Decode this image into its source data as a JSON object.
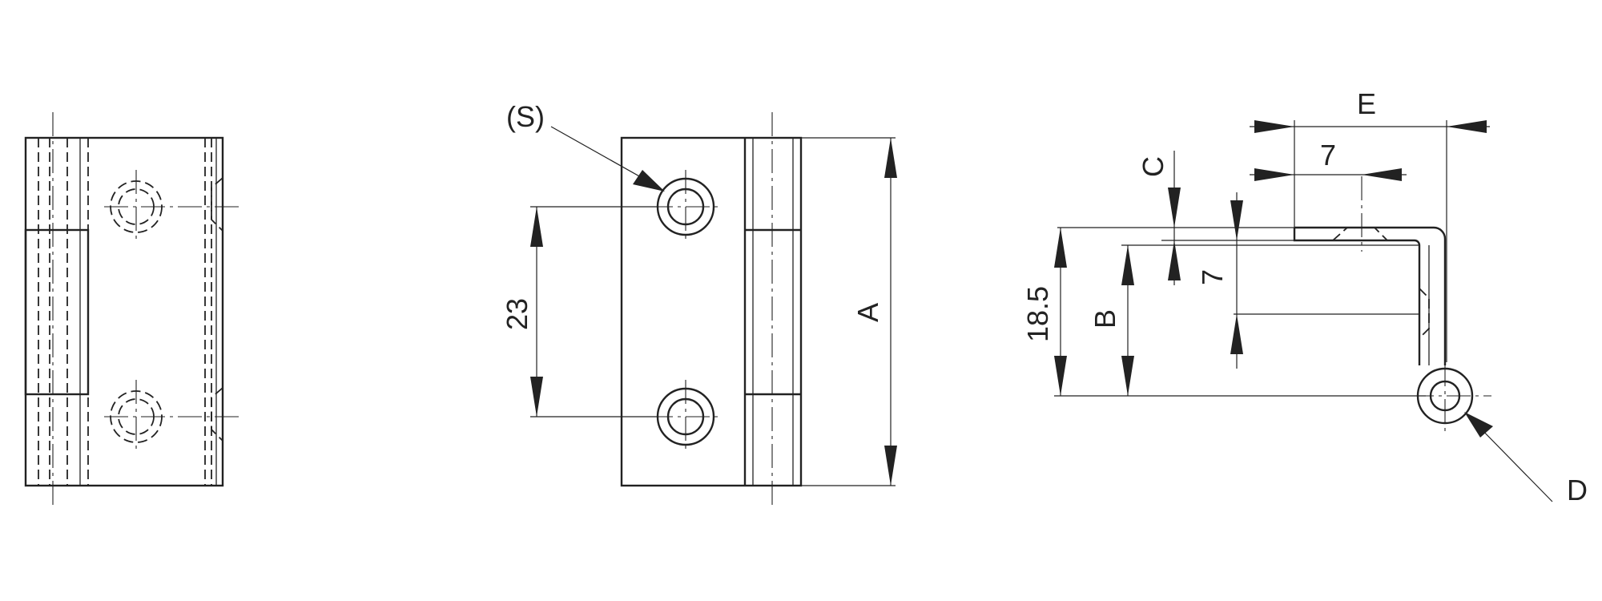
{
  "labels": {
    "s": "(S)",
    "d": "D",
    "e": "E",
    "c": "C",
    "a": "A",
    "b": "B",
    "dim_23": "23",
    "dim_18_5": "18.5",
    "dim_7_horizontal": "7",
    "dim_7_vertical": "7"
  },
  "colors": {
    "line": "#222222",
    "background": "#ffffff"
  }
}
